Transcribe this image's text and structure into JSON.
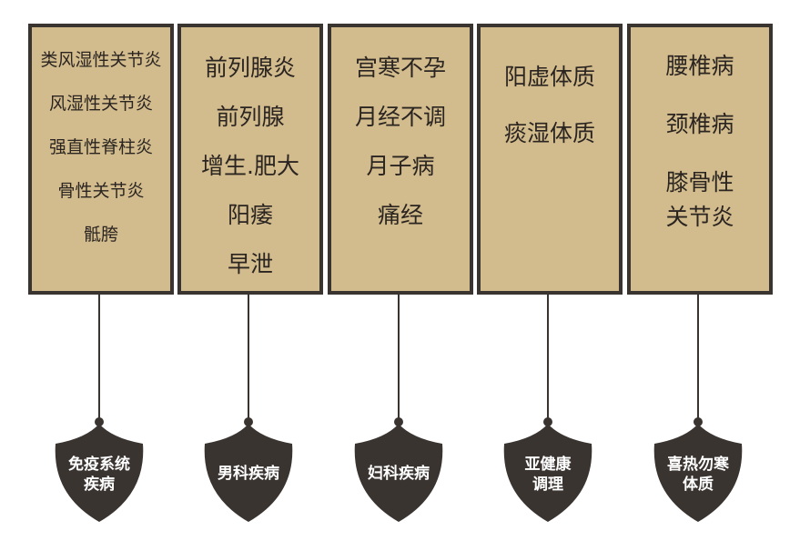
{
  "columns": [
    {
      "items": [
        "类风湿性关节炎",
        "风湿性关节炎",
        "强直性脊柱炎",
        "骨性关节炎",
        "骶胯"
      ],
      "label_line1": "免疫系统",
      "label_line2": "疾病"
    },
    {
      "items": [
        "前列腺炎",
        "前列腺",
        "增生.肥大",
        "阳痿",
        "早泄"
      ],
      "label_line1": "男科疾病",
      "label_line2": ""
    },
    {
      "items": [
        "宫寒不孕",
        "月经不调",
        "月子病",
        "痛经"
      ],
      "label_line1": "妇科疾病",
      "label_line2": ""
    },
    {
      "items": [
        "阳虚体质",
        "痰湿体质"
      ],
      "label_line1": "亚健康",
      "label_line2": "调理"
    },
    {
      "items": [
        "腰椎病",
        "颈椎病",
        "膝骨性",
        "关节炎"
      ],
      "label_line1": "喜热勿寒",
      "label_line2": "体质"
    }
  ],
  "colors": {
    "box_fill": "#d2bb8c",
    "border": "#3a3431",
    "shield_fill": "#3a3431",
    "label_text": "#ffffff",
    "item_text": "#2b2522"
  }
}
